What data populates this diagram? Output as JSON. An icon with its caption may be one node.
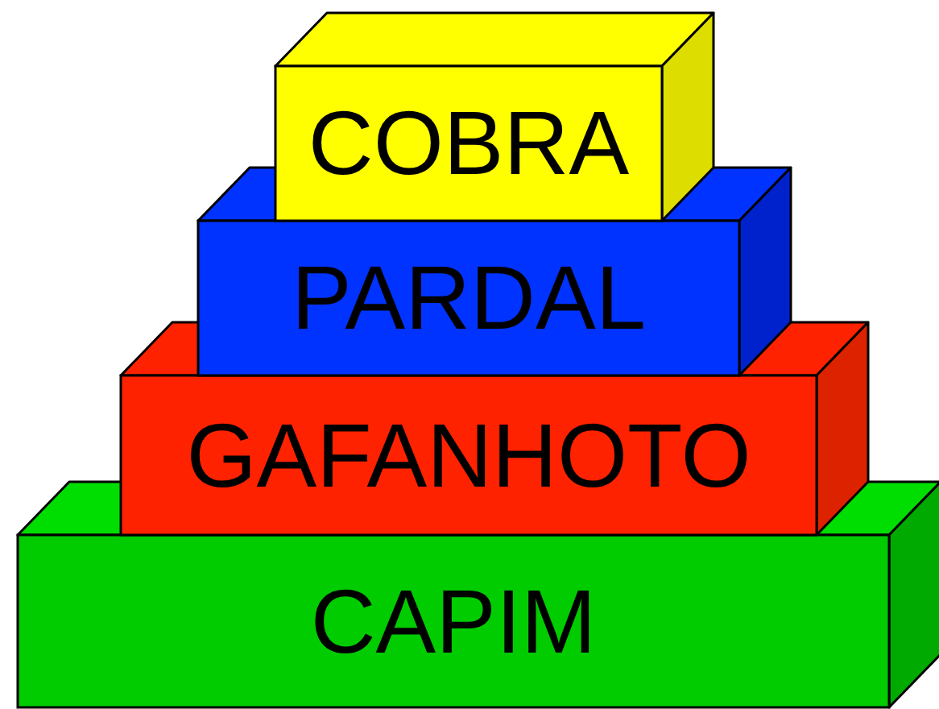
{
  "diagram": {
    "nodes": [
      {
        "text": [
          "COBRA"
        ]
      },
      {
        "text": [
          "PARDAL"
        ]
      },
      {
        "text": [
          "GAFANHOTO"
        ]
      },
      {
        "text": [
          "CAPIM"
        ]
      }
    ]
  }
}
